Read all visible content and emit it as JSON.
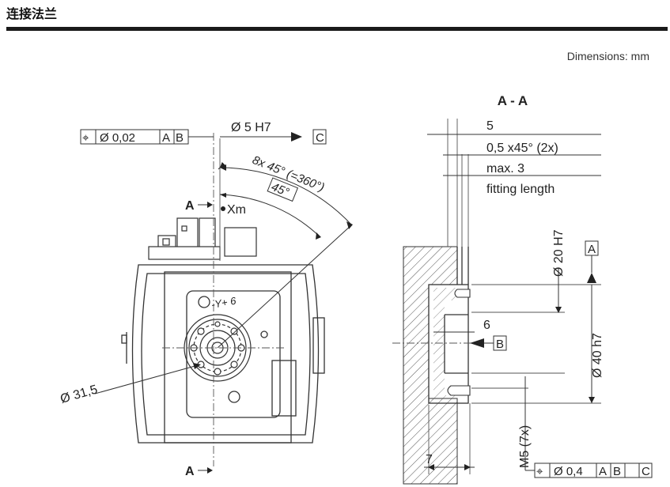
{
  "header": {
    "title": "连接法兰",
    "units_note": "Dimensions: mm"
  },
  "front_view": {
    "fcf_symbol": "⌖",
    "fcf_tolerance": "Ø 0,02",
    "fcf_datum_1": "A",
    "fcf_datum_2": "B",
    "pin_dim": "Ø 5 H7",
    "datum_c": "C",
    "angle_dim": "8x 45° (=360°)",
    "angle_basic": "45°",
    "section_mark_top": "A",
    "section_mark_bottom": "A",
    "xm_label": "Xm",
    "bolt_circle_dim": "Ø 31,5",
    "engraving": "-Y+ 6"
  },
  "section_view": {
    "title": "A - A",
    "dim_5": "5",
    "chamfer_note": "0,5 x45° (2x)",
    "fit_length_1": "max. 3",
    "fit_length_2": "fitting length",
    "bore_dim": "Ø 20 H7",
    "datum_a": "A",
    "dim_6": "6",
    "datum_b": "B",
    "outer_dim": "Ø 40 h7",
    "thread_dim": "M5 (7x)",
    "dim_7": "7",
    "fcf2_symbol": "⌖",
    "fcf2_tolerance": "Ø 0,4",
    "fcf2_datum_1": "A",
    "fcf2_datum_2": "B",
    "fcf2_datum_3": "C"
  }
}
